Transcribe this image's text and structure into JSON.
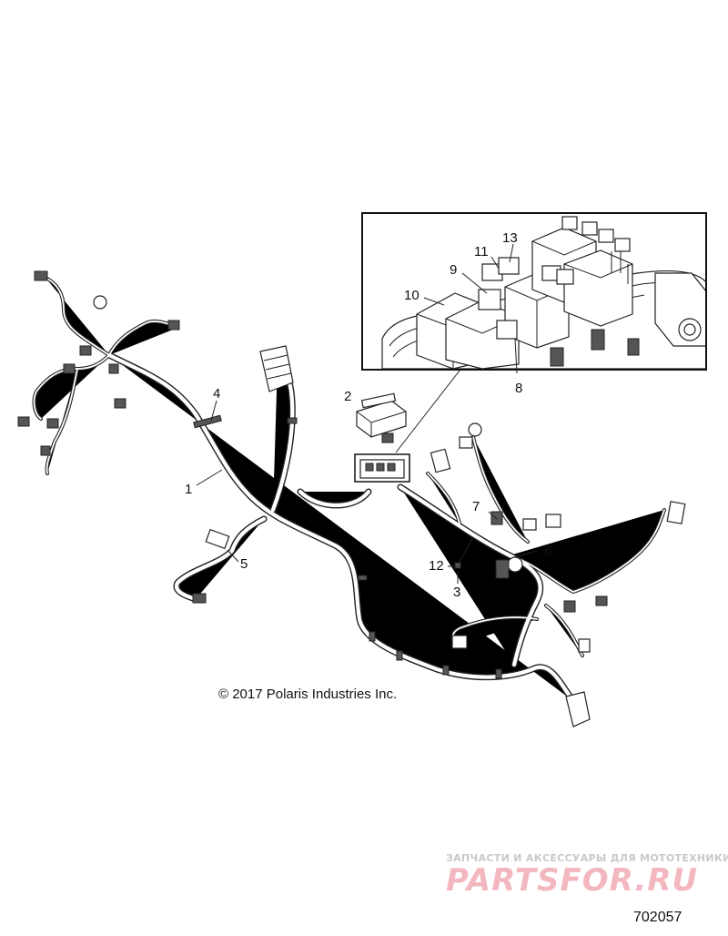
{
  "callouts": {
    "c1": "1",
    "c2": "2",
    "c3": "3",
    "c4": "4",
    "c5": "5",
    "c6": "6",
    "c7": "7",
    "c8": "8",
    "c9": "9",
    "c10": "10",
    "c11": "11",
    "c12": "12",
    "c13": "13"
  },
  "copyright": "© 2017 Polaris Industries Inc.",
  "watermark": {
    "tagline": "ЗАПЧАСТИ И АКСЕССУАРЫ ДЛЯ МОТОТЕХНИКИ",
    "logo": "PARTSFOR.RU"
  },
  "drawing_number": "702057"
}
